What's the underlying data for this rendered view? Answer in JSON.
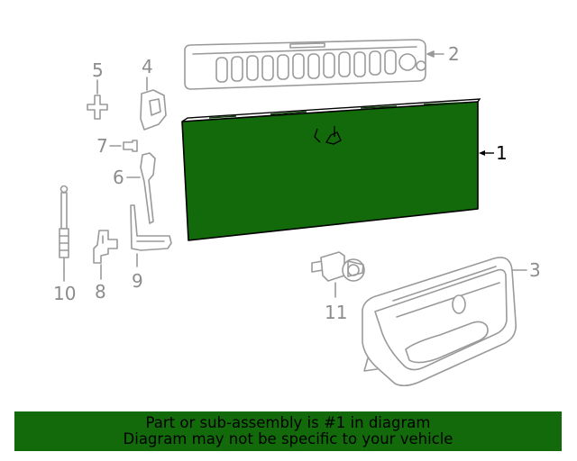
{
  "callouts": {
    "c1": "1",
    "c2": "2",
    "c3": "3",
    "c4": "4",
    "c5": "5",
    "c6": "6",
    "c7": "7",
    "c8": "8",
    "c9": "9",
    "c10": "10",
    "c11": "11"
  },
  "highlight_color": "#136a0b",
  "banner": {
    "line1": "Part or sub-assembly is #1 in diagram",
    "line2": "Diagram may not be specific to your vehicle"
  }
}
